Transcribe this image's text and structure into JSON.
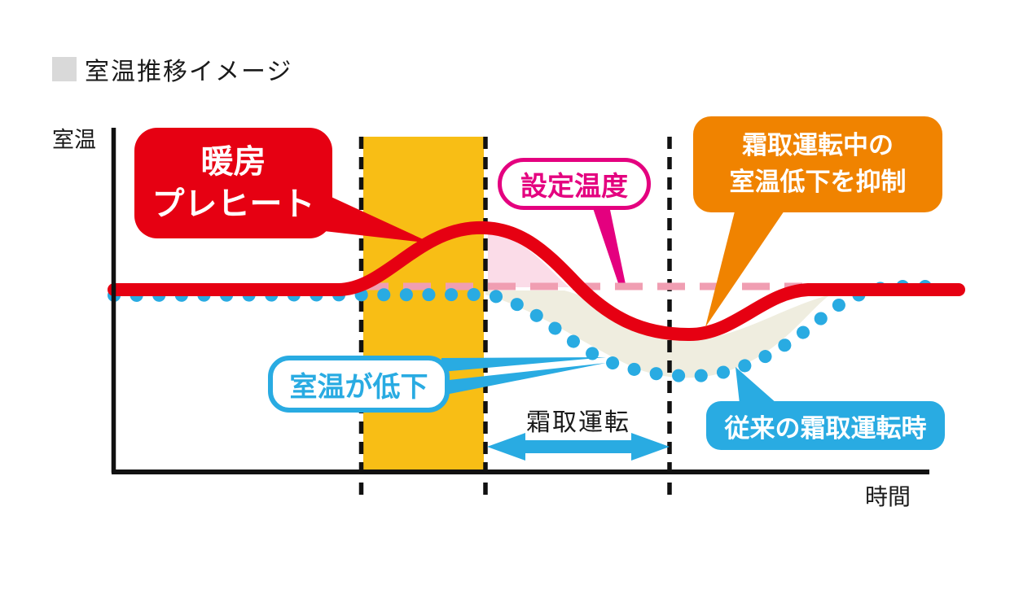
{
  "title": {
    "text": "室温推移イメージ"
  },
  "axes": {
    "y_label": "室温",
    "x_label": "時間"
  },
  "callouts": {
    "preheat": {
      "line1": "暖房",
      "line2": "プレヒート",
      "color": "#E60012"
    },
    "set_temp": {
      "label": "設定温度",
      "color": "#E4007F"
    },
    "suppress": {
      "line1": "霜取運転中の",
      "line2": "室温低下を抑制",
      "color": "#F08300"
    },
    "temp_drop": {
      "label": "室温が低下",
      "color": "#29ABE2"
    },
    "conventional": {
      "label": "従来の霜取運転時",
      "color": "#29ABE2"
    }
  },
  "defrost_arrow": {
    "label": "霜取運転"
  },
  "colors": {
    "red_curve": "#E60012",
    "blue_dots": "#29ABE2",
    "set_temp_dash": "#F09EB2",
    "pink_fill": "#FBDCE8",
    "beige_fill": "#EFEDDF",
    "preheat_band": "#F8BE15",
    "guide_dash": "#111111",
    "title_square": "#D9D9D9"
  },
  "chart_data": {
    "type": "line",
    "title": "室温推移イメージ",
    "xlabel": "時間",
    "ylabel": "室温",
    "axis_ticks": "none (conceptual diagram, no numeric scale)",
    "x_range_normalized": [
      0,
      104
    ],
    "y_units": "room temperature relative to set temperature (0 = 設定温度)",
    "series": [
      {
        "name": "暖房プレヒート運転の室温(赤実線)",
        "style": "solid thick red",
        "points": [
          [
            0,
            0
          ],
          [
            28,
            0
          ],
          [
            39,
            4
          ],
          [
            46,
            7.2
          ],
          [
            56,
            0
          ],
          [
            70,
            -6
          ],
          [
            85,
            0
          ],
          [
            104,
            0
          ]
        ]
      },
      {
        "name": "従来の霜取運転時の室温(青点線)",
        "style": "dotted blue",
        "points": [
          [
            0,
            -0.7
          ],
          [
            46,
            -0.7
          ],
          [
            55,
            -4
          ],
          [
            62,
            -8.5
          ],
          [
            71,
            -11
          ],
          [
            80,
            -9
          ],
          [
            88,
            -3.5
          ],
          [
            96,
            0
          ],
          [
            100,
            0
          ]
        ]
      },
      {
        "name": "設定温度(ピンク破線)",
        "style": "dashed pink",
        "points": [
          [
            30,
            0
          ],
          [
            84,
            0
          ]
        ]
      }
    ],
    "annotations": [
      {
        "text": "暖房プレヒート",
        "points_to": "rising red curve during preheat band"
      },
      {
        "text": "設定温度",
        "points_to": "pink dashed set-temperature line"
      },
      {
        "text": "霜取運転中の室温低下を抑制",
        "points_to": "shallow dip of red curve"
      },
      {
        "text": "室温が低下",
        "points_to": "falling blue dotted curve"
      },
      {
        "text": "従来の霜取運転時",
        "points_to": "deep dip of blue dotted curve"
      },
      {
        "text": "霜取運転",
        "points_to": "interval between guide lines 2 and 3"
      }
    ],
    "regions": {
      "preheat_band_x": [
        30,
        46
      ],
      "defrost_interval_x": [
        46,
        68
      ],
      "dashed_guide_lines_x": [
        30,
        46,
        68
      ],
      "pink_area": "red curve above set temperature",
      "beige_area": "gap between red curve and conventional blue curve"
    },
    "legend": "none",
    "grid": false
  }
}
